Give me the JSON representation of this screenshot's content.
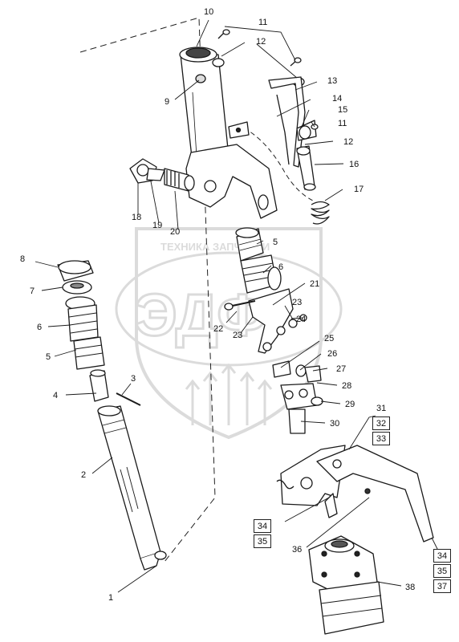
{
  "callouts": [
    {
      "text": "1"
    },
    {
      "text": "2"
    },
    {
      "text": "3"
    },
    {
      "text": "4"
    },
    {
      "text": "5"
    },
    {
      "text": "6"
    },
    {
      "text": "7"
    },
    {
      "text": "8"
    },
    {
      "text": "9"
    },
    {
      "text": "10"
    },
    {
      "text": "11"
    },
    {
      "text": "12"
    },
    {
      "text": "13"
    },
    {
      "text": "14"
    },
    {
      "text": "15"
    },
    {
      "text": "11"
    },
    {
      "text": "12"
    },
    {
      "text": "16"
    },
    {
      "text": "17"
    },
    {
      "text": "18"
    },
    {
      "text": "19"
    },
    {
      "text": "20"
    },
    {
      "text": "5"
    },
    {
      "text": "6"
    },
    {
      "text": "21"
    },
    {
      "text": "22"
    },
    {
      "text": "23"
    },
    {
      "text": "23"
    },
    {
      "text": "24"
    },
    {
      "text": "25"
    },
    {
      "text": "26"
    },
    {
      "text": "27"
    },
    {
      "text": "28"
    },
    {
      "text": "29"
    },
    {
      "text": "30"
    },
    {
      "text": "31"
    },
    {
      "text": "36"
    },
    {
      "text": "38"
    }
  ],
  "boxed_groups": [
    [
      "32",
      "33"
    ],
    [
      "34",
      "35"
    ],
    [
      "34",
      "35",
      "37"
    ]
  ],
  "watermark": {
    "text": "ТЕХНИКА ЗАПЧАСТИ",
    "letters": "ЭДФ",
    "color": "#b9b9b9"
  },
  "line_color": "#1a1a1a"
}
